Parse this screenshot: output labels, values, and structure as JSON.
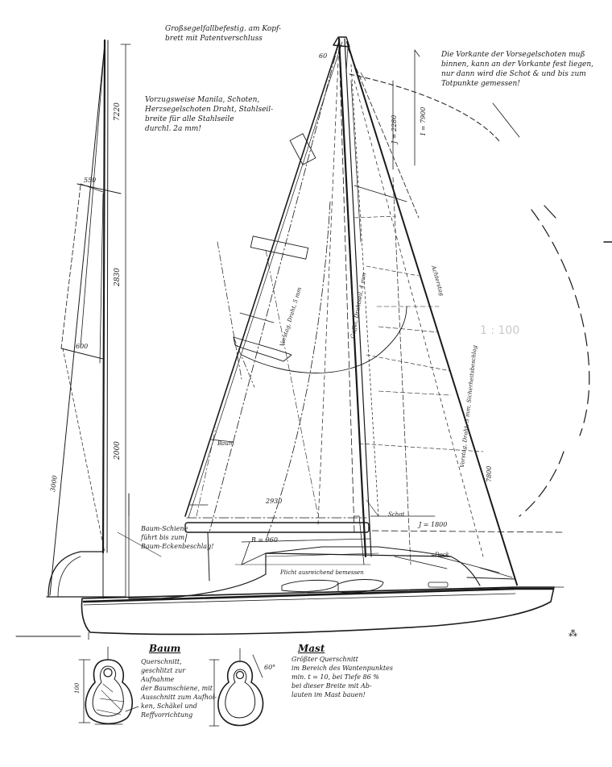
{
  "notes": {
    "top_center": "Großsegelfallbefestig. am Kopf-\nbrett mit Patentverschluss",
    "top_right": "Die Vorkante der Vorsegelschoten muß\nbinnen, kann an der Vorkante fest liegen,\nnur dann wird die Schot & und bis zum\nTotpunkte gemessen!",
    "upper_left": "Vorzugsweise Manila, Schoten,\nHerzsegelschoten Draht, Stahlseil-\nbreite für alle Stahlseile\ndurchl. 2a mm!",
    "left_boom": "Baum-Schiene\nführt bis zum\nBaum-Eckenbeschlag!",
    "cockpit": "Plicht ausreichend bemessen",
    "bottom_right": "Größter Querschnitt\nim Bereich des Wantenpunktes\nmin. t = 10, bei Tiefe 86 %\nbei dieser Breite mit Ab-\nlauten im Mast bauen!",
    "bottom_left": "Querschnitt,\ngeschlitzt zur Aufnahme\nder Baumschiene, mit\nAusschnitt zum Aufhol-\nken, Schäkel und\nReffvorrichtung"
  },
  "section_titles": {
    "boom": "Baum",
    "mast": "Mast"
  },
  "dimensions": {
    "mast_total": "7220",
    "mast_mid": "2830",
    "mast_lower": "2000",
    "spreader_upper": "550",
    "spreader_lower": "600",
    "side_dim": "3000",
    "foot": "2930",
    "j_dim": "J = 2280",
    "j_lower": "J = 1800",
    "i_dim": "I = 7900",
    "b_dim": "B = 960",
    "head_dim": "60",
    "luff": "7800",
    "section_height": "100",
    "section_angle": "60°",
    "stamp_number": "1 : 100"
  },
  "labels": {
    "jib_luff": "Vorstag, Draht, 5 mm",
    "main_luff": "Gaffel, Drahtseil, 4 mm",
    "forestay": "Vorstag, Draht, 5 mm, Sicherheitsbeschlag",
    "backstay": "Achterstag",
    "boom_label": "Baum",
    "sheet_label": "Schot",
    "deck_label": "Deck"
  },
  "page_mark": "⁂"
}
